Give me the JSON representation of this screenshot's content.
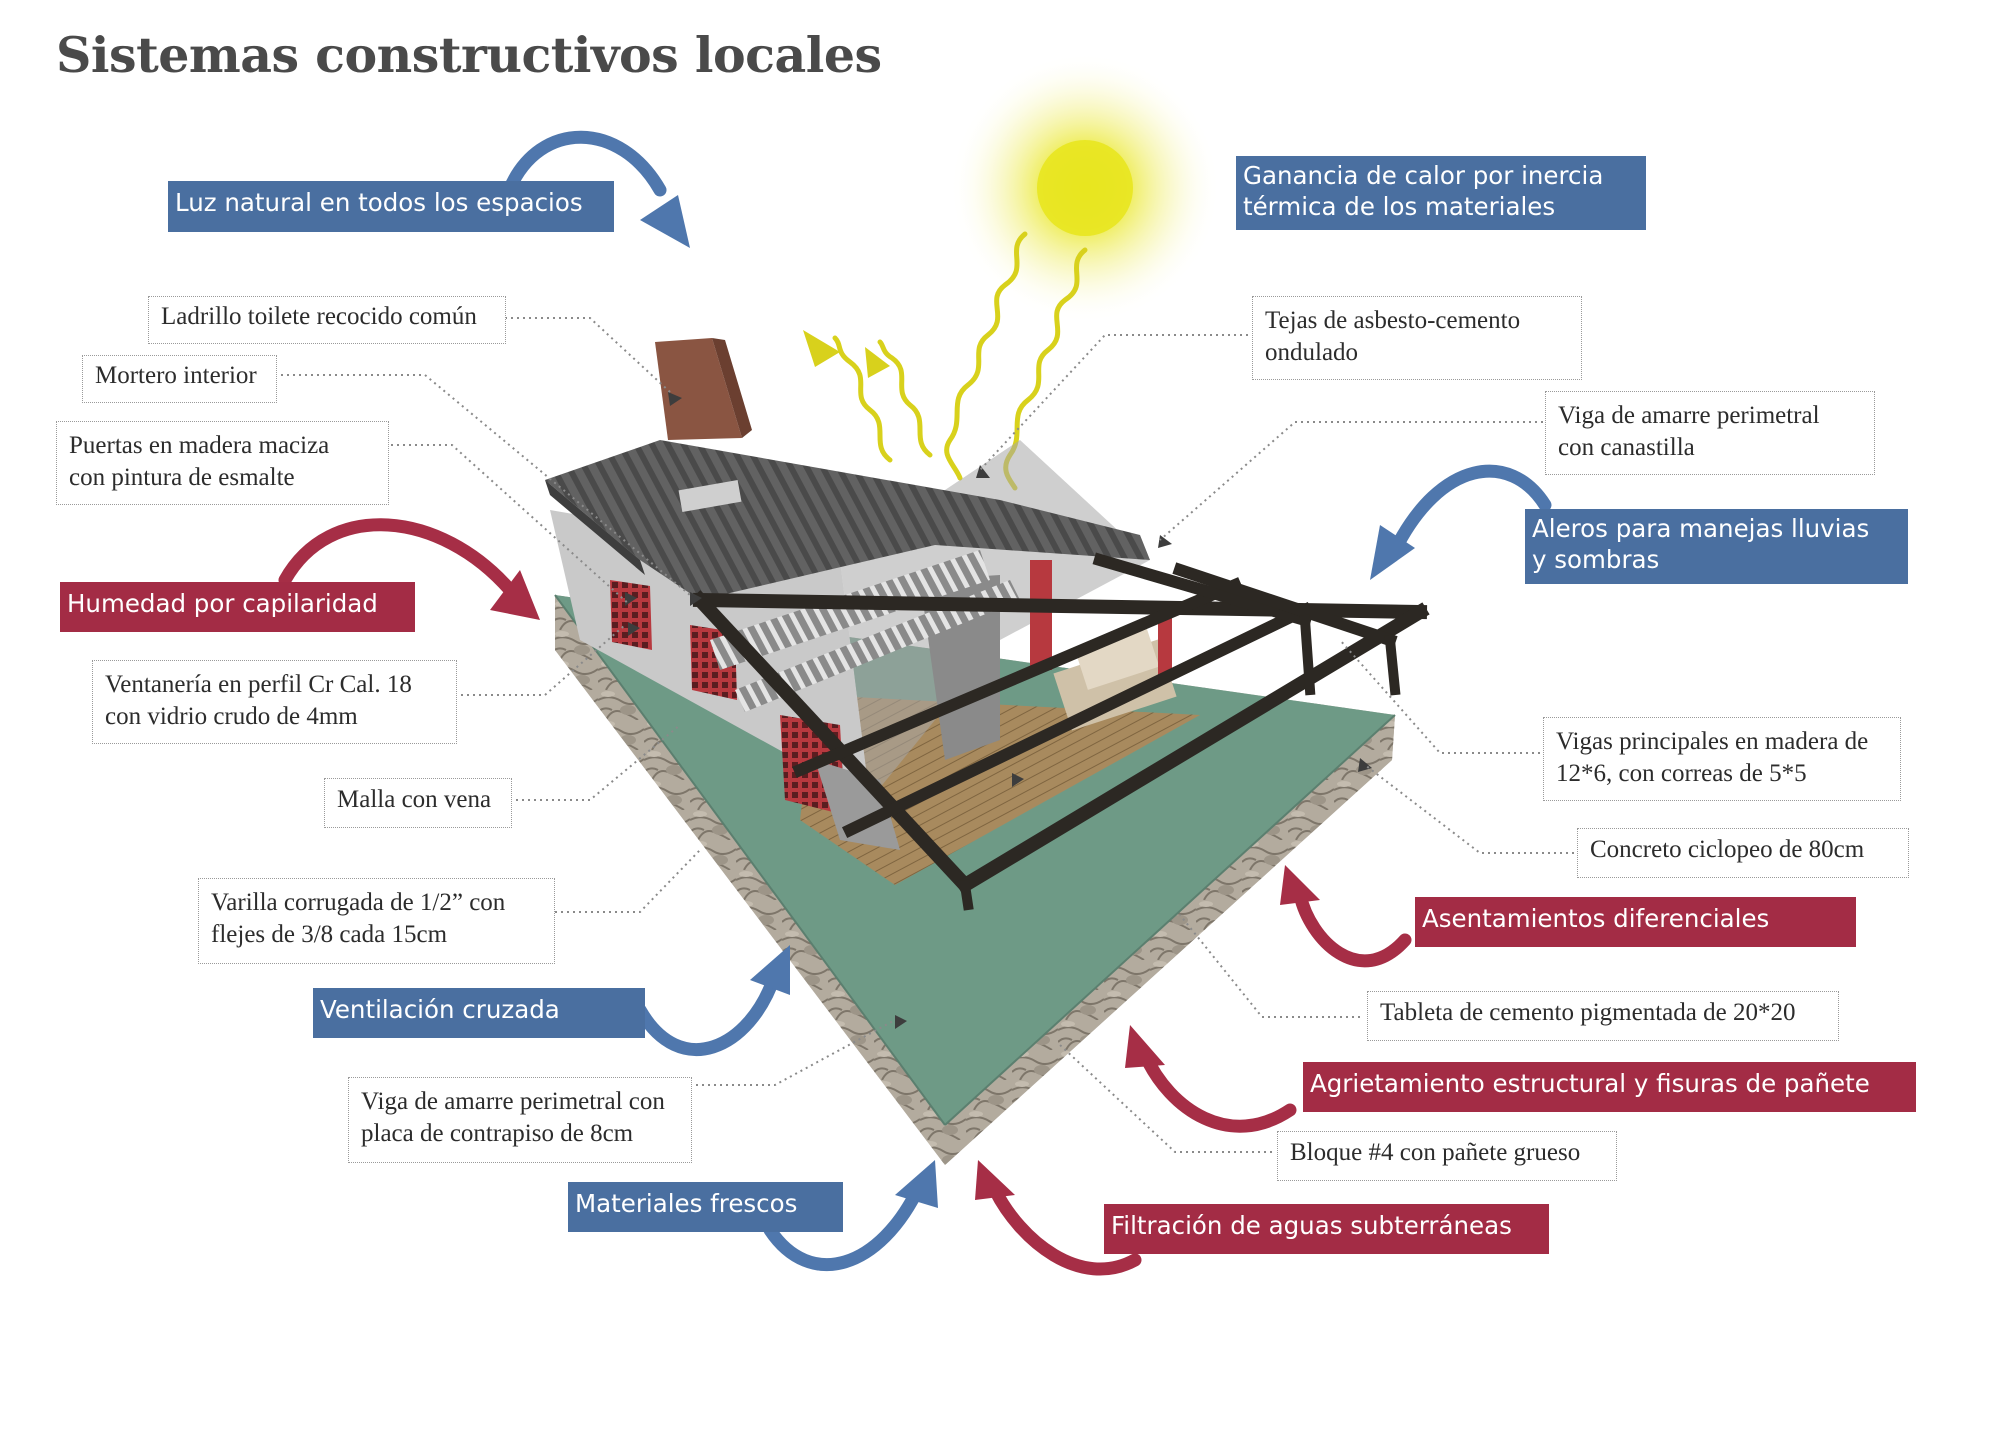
{
  "title": "Sistemas constructivos locales",
  "colors": {
    "blue_label": "#4a6fa0",
    "red_label": "#a32c45",
    "blue_arrow": "#4f77ad",
    "red_arrow": "#a62e46",
    "sun": "#e8e51f",
    "ray": "#d8d11c",
    "slab": "#6e9a86",
    "roof": "#5d5d5d",
    "beam": "#2c2823",
    "brick": "#8a5542",
    "window_frame": "#b2363f",
    "stone": "#a8a095"
  },
  "icons": [
    "sun-icon",
    "curved-arrow-icon",
    "wavy-ray-icon",
    "pointer-triangle-icon"
  ],
  "callouts": {
    "ladrillo": [
      "Ladrillo toilete recocido común"
    ],
    "mortero": [
      "Mortero interior"
    ],
    "puertas": [
      "Puertas en madera maciza",
      "con pintura de esmalte"
    ],
    "ventaneria": [
      "Ventanería en perfil Cr Cal. 18",
      "con vidrio crudo de 4mm"
    ],
    "malla": [
      "Malla con vena"
    ],
    "varilla": [
      "Varilla corrugada de 1/2” con",
      "flejes de 3/8 cada 15cm"
    ],
    "viga_contrapiso": [
      "Viga de amarre perimetral con",
      "placa de contrapiso de 8cm"
    ],
    "tejas": [
      "Tejas de asbesto-cemento",
      "ondulado"
    ],
    "viga_canastilla": [
      "Viga de amarre perimetral",
      "con canastilla"
    ],
    "vigas_principales": [
      "Vigas principales en madera de",
      "12*6, con correas de 5*5"
    ],
    "concreto": [
      "Concreto ciclopeo de 80cm"
    ],
    "tableta": [
      "Tableta de cemento pigmentada de 20*20"
    ],
    "bloque": [
      "Bloque #4 con pañete grueso"
    ]
  },
  "tags": {
    "luz": [
      "Luz natural en todos los espacios"
    ],
    "ganancia": [
      "Ganancia de calor por inercia",
      "térmica de los materiales"
    ],
    "humedad": [
      "Humedad por capilaridad"
    ],
    "aleros": [
      "Aleros para manejas lluvias",
      "y sombras"
    ],
    "asentamientos": [
      "Asentamientos diferenciales"
    ],
    "ventilacion": [
      "Ventilación cruzada"
    ],
    "agrietamiento": [
      "Agrietamiento estructural y fisuras de pañete"
    ],
    "materiales": [
      "Materiales frescos"
    ],
    "filtracion": [
      "Filtración de aguas subterráneas"
    ]
  }
}
